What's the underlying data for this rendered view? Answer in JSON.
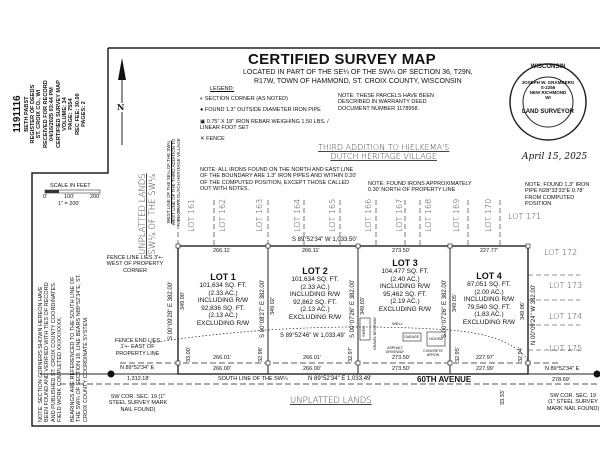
{
  "recording_stamp": {
    "doc_number": "1191116",
    "lines": [
      "BETH PABST",
      "REGISTER OF DEEDS",
      "ST. CROIX CO., WI",
      "RECEIVED FOR RECORD",
      "04/16/2025 03:44 PM",
      "CERTIFIED SURVEY MAP",
      "VOLUME: 34",
      "PAGE: 7554",
      "REC FEE: 30.00",
      "PAGES: 2"
    ]
  },
  "title": "CERTIFIED SURVEY MAP",
  "subtitle_1": "LOCATED IN PART OF THE SE¼ OF THE SW¼ OF SECTION 36, T29N,",
  "subtitle_2": "R17W, TOWN OF HAMMOND, ST. CROIX COUNTY, WISCONSIN",
  "north_arrow": "N",
  "scale": {
    "title": "SCALE IN FEET",
    "ticks": [
      "0'",
      "100'",
      "200'"
    ],
    "ratio": "1\" = 200'"
  },
  "legend": {
    "heading": "LEGEND:",
    "items": [
      {
        "icon": "section-corner-icon",
        "label": "SECTION CORNER (AS NOTED)"
      },
      {
        "icon": "found-pipe-icon",
        "label": "FOUND 1.3\" OUTSIDE DIAMETER IRON PIPE"
      },
      {
        "icon": "rebar-set-icon",
        "label": "0.75\" X 18\" IRON REBAR WEIGHING 1.50 LBS. / LINEAR FOOT SET"
      },
      {
        "icon": "fence-icon",
        "label": "FENCE"
      }
    ]
  },
  "notes": {
    "deed": "NOTE: THESE PARCELS HAVE BEEN DESCRIBED IN WARRANTY DEED DOCUMENT NUMBER 1178958.",
    "irons": "NOTE: ALL IRONS FOUND ON THE NORTH AND EAST LINE OF THE BOUNDARY ARE 1.3\" IRON PIPES AND WITHIN 0.20' OF THE COMPUTED POSITION, EXCEPT THOSE CALLED OUT WITH NOTES.",
    "north_irons": "NOTE: FOUND IRONS APPROXIMATELY 0.30' NORTH OF PROPERTY LINE",
    "pipe": "NOTE: FOUND 1.3\" IRON PIPE N28°33'33\"E 0.78' FROM COMPUTED POSITION",
    "section_corners": "NOTE: SECTION CORNERS SHOWN HEREON HAVE BEEN FOUND AND VERIFIED WITH TIES OF RECORD AND PUBLISHED ST. CROIX COUNTY COORDINATES. FIELD WORK COMPLETED XX/XX/XXXX.",
    "bearings": "BEARINGS ARE REFERENCED TO THE SOUTH LINE OF THE SW¼ OF SECTION 19. LINE BEARS N89°52'34\"E, ST. CROIX COUNTY COORDINATE SYSTEM.",
    "fence_west": "FENCE LINE LIES 3'+- WEST OF PROPERTY CORNER",
    "fence_east": "FENCE END LIES 1'+- EAST OF PROPERTY LINE",
    "sw_corner_w": "SW COR. SEC. 19 (1\" STEEL SURVEY MARK NAIL FOUND)",
    "sw_corner_e": "SW COR. SEC. 19 (1\" STEEL SURVEY MARK NAIL FOUND)"
  },
  "areas": {
    "unplatted_west_1": "UNPLATTED LANDS",
    "unplatted_west_2": "SW¼ OF THE SW¼",
    "west_line_1": "WEST LINE OF THE SE¼ OF THE SW¼",
    "west_line_2": "WEST LINE OF THE THIRD ADDITION TO HIELKEMA'S DUTCH HERITAGE VILLAGE",
    "plat_1": "THIRD ADDITION TO HIELKEMA'S",
    "plat_2": "DUTCH HERITAGE VILLAGE",
    "unplatted_south": "UNPLATTED LANDS",
    "road": "60TH AVENUE",
    "south_line": "SOUTH LINE OF THE SW¼"
  },
  "plat_lots": [
    "LOT 161",
    "LOT 162",
    "LOT 163",
    "LOT 164",
    "LOT 165",
    "LOT 166",
    "LOT 167",
    "LOT 168",
    "LOT 169",
    "LOT 170"
  ],
  "east_lots": [
    "LOT 171",
    "LOT 172",
    "LOT 173",
    "LOT 174",
    "LOT 175"
  ],
  "lots": [
    {
      "name": "LOT 1",
      "l1": "101,634 SQ. FT.",
      "l2": "(2.33 AC.)",
      "l3": "INCLUDING R/W",
      "l4": "92,836 SQ. FT.",
      "l5": "(2.13 AC.)",
      "l6": "EXCLUDING R/W",
      "north": "266.11'",
      "south_row": "266.01'",
      "south": "266.00'"
    },
    {
      "name": "LOT 2",
      "l1": "101,634 SQ. FT.",
      "l2": "(2.33 AC.)",
      "l3": "INCLUDING R/W",
      "l4": "92,862 SQ. FT.",
      "l5": "(2.13 AC.)",
      "l6": "EXCLUDING R/W",
      "north": "266.11'",
      "south_row": "266.01'",
      "south": "266.00'"
    },
    {
      "name": "LOT 3",
      "l1": "104,477 SQ. FT.",
      "l2": "(2.40 AC.)",
      "l3": "INCLUDING R/W",
      "l4": "95,462 SQ. FT.",
      "l5": "(2.19 AC.)",
      "l6": "EXCLUDING R/W",
      "north": "273.50'",
      "south_row": "273.50'",
      "south": "273.50'"
    },
    {
      "name": "LOT 4",
      "l1": "87,051 SQ. FT.",
      "l2": "(2.00 AC.)",
      "l3": "INCLUDING R/W",
      "l4": "79,540 SQ. FT.",
      "l5": "(1.83 AC.)",
      "l6": "EXCLUDING R/W",
      "north": "227.77'",
      "south_row": "227.97'",
      "south": "227.99'"
    }
  ],
  "bearings": {
    "north_line": "S 89°52'34\" W   1,033.50'",
    "row_line": "S 89°52'46\" W   1,033.49'",
    "south_line": "N 89°52'34\" E   1,033.49'",
    "west_tie": "N 89°52'34\" E",
    "west_tie_dist": "1,312.18'",
    "east_tie": "N 89°52'34\" E",
    "east_tie_dist": "278.69'",
    "line_a": "S 00°09'28\" E   382.00'",
    "line_b": "S 00°08'27\" E   382.00'",
    "line_c": "S 00°07'26\" E   382.00'",
    "line_d": "S 00°07'26\" E   382.00'",
    "line_e": "N 00°09'24\" W   382.00'",
    "d349a": "349.00'",
    "d349b": "349.02'",
    "d349c": "349.03'",
    "d349d": "349.05'",
    "d349e": "349.06'",
    "d33a": "33.00'",
    "d33b": "32.98'",
    "d33c": "32.97'",
    "d33d": "32.95'",
    "d33e": "32.94'",
    "d33f": "33.33'"
  },
  "structures": {
    "shed": "SHED",
    "garage": "GARAGE",
    "house": "HOUSE",
    "well": "WELL",
    "driveway": "ASPHALT DRIVEWAY",
    "gravel": "GRAVEL DRIVEWAY",
    "apron": "CONCRETE APRON"
  },
  "seal": {
    "top": "WISCONSIN",
    "name": "JOSEPH W. GRAMBERG",
    "number": "S-2256",
    "city": "NEW RICHMOND",
    "state": "WI",
    "bottom": "LAND SURVEYOR",
    "date": "April 15, 2025"
  }
}
